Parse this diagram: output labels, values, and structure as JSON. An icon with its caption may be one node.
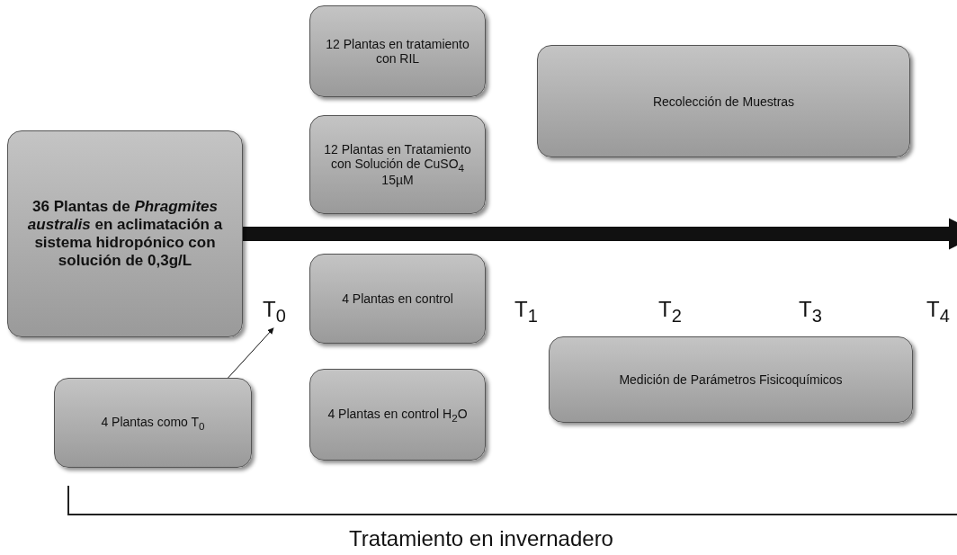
{
  "diagram": {
    "nodes": [
      {
        "text": [
          "36 Plantas de *Phragmites australis* en aclimatación a sistema hidropónico con solución de 0,3g/L"
        ]
      },
      {
        "text": [
          "12 Plantas en tratamiento con RIL"
        ]
      },
      {
        "text": [
          "12 Plantas en Tratamiento con Solución de CuSO$_{4}$ 15µM"
        ]
      },
      {
        "text": [
          "Recolección de Muestras"
        ]
      },
      {
        "text": [
          "T$_{0}$"
        ]
      },
      {
        "text": [
          "4 Plantas en control"
        ]
      },
      {
        "text": [
          "Medición de Parámetros Fisicoquímicos"
        ]
      },
      {
        "text": [
          "4 Plantas como T$_{0}$"
        ]
      },
      {
        "text": [
          "4 Plantas en control H$_{2}$O"
        ]
      }
    ],
    "edges": [
      {
        "from": 7,
        "to": 4,
        "arrow": "to"
      },
      {
        "from": 0,
        "to": null,
        "arrow": "to",
        "style": "thick"
      }
    ],
    "labels": [
      "T$_{1}$",
      "T$_{2}$",
      "T$_{3}$",
      "T$_{4}$",
      "Tratamiento en invernadero"
    ]
  }
}
